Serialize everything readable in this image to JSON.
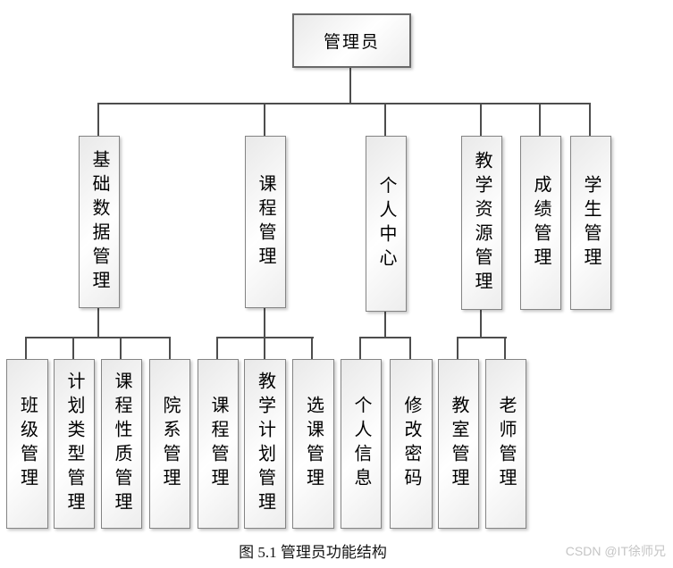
{
  "figure": {
    "caption": "图 5.1 管理员功能结构",
    "watermark": "CSDN @IT徐师兄"
  },
  "tree": {
    "root": "管理员",
    "branches": [
      {
        "label": "基础数据管理",
        "children": [
          "班级管理",
          "计划类型管理",
          "课程性质管理",
          "院系管理"
        ]
      },
      {
        "label": "课程管理",
        "children": [
          "课程管理",
          "教学计划管理",
          "选课管理"
        ]
      },
      {
        "label": "个人中心",
        "children": [
          "个人信息",
          "修改密码"
        ]
      },
      {
        "label": "教学资源管理",
        "children": [
          "教室管理",
          "老师管理"
        ]
      },
      {
        "label": "成绩管理",
        "children": []
      },
      {
        "label": "学生管理",
        "children": []
      }
    ]
  },
  "colors": {
    "connector_line": "#4d4d4d",
    "box_border": "#848484",
    "box_fill_light": "#e9e9e9",
    "watermark_text": "#c5c5c5"
  }
}
